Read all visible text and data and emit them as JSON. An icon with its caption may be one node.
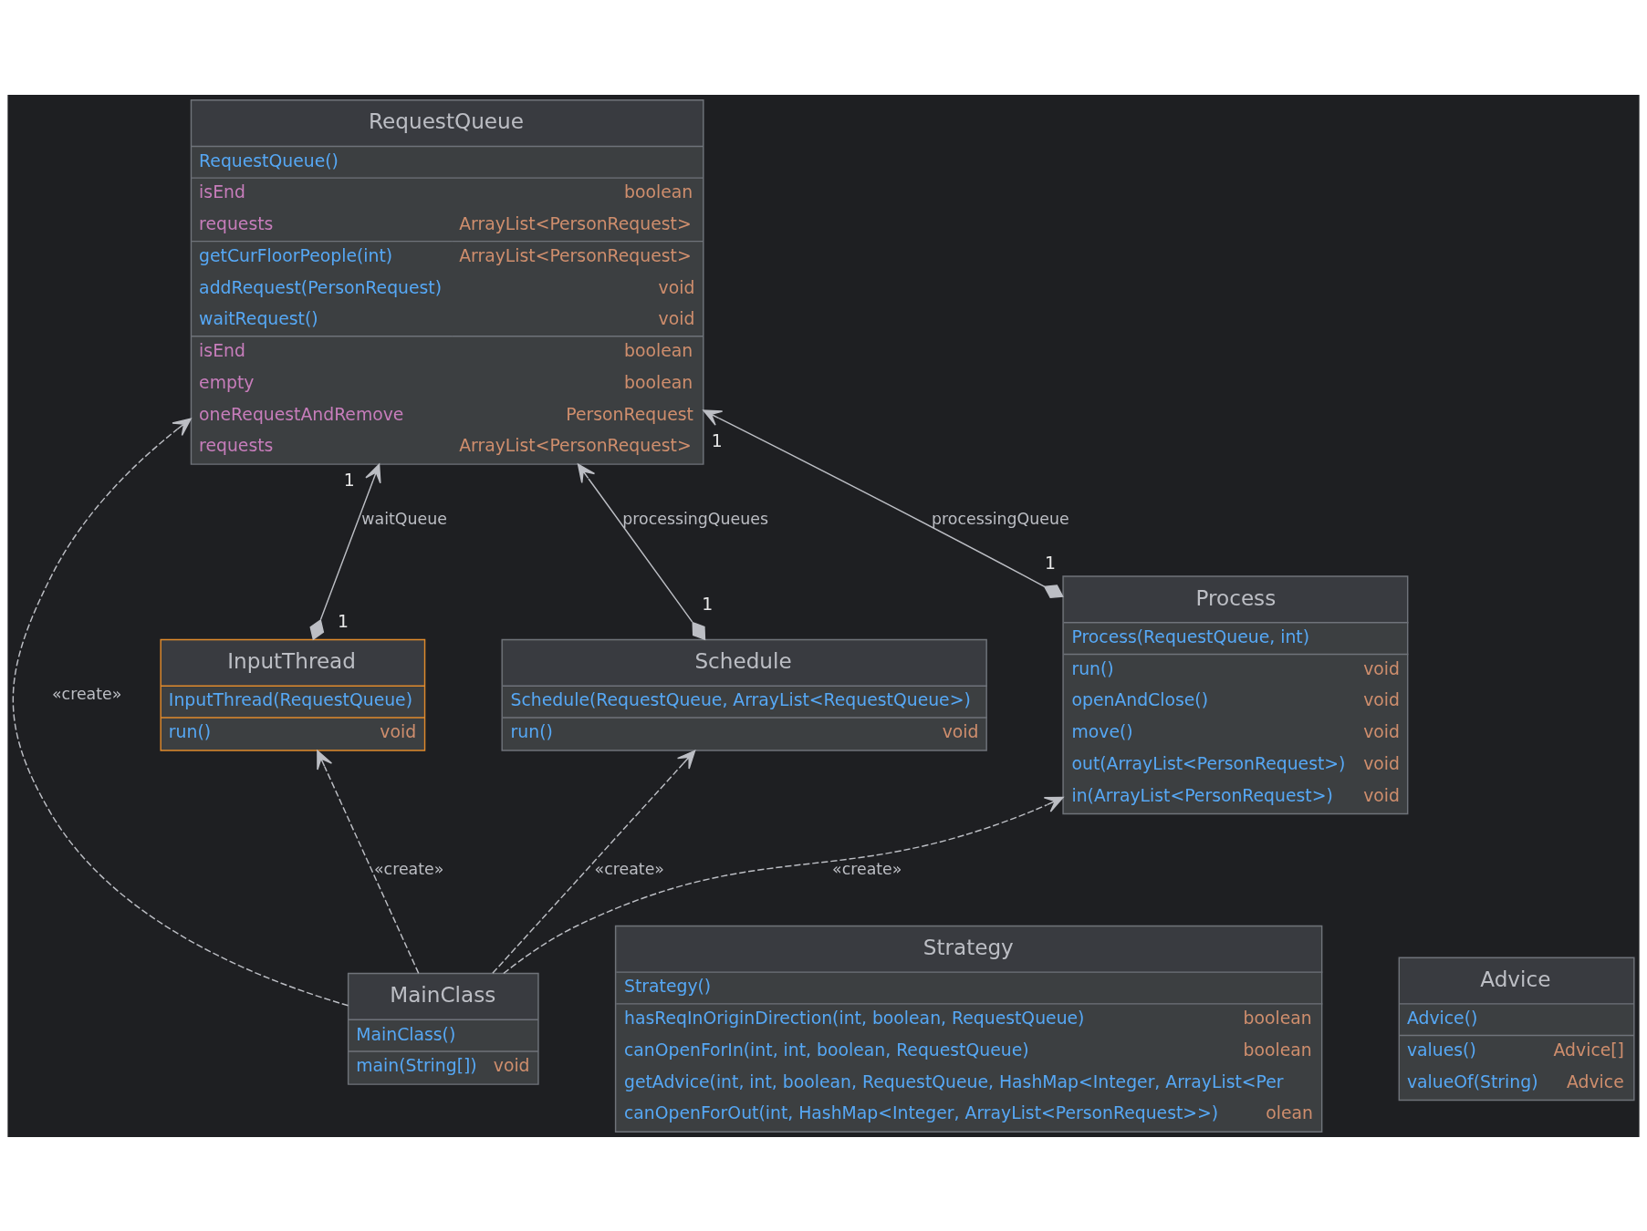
{
  "diagram": {
    "nodes": [
      {
        "text": [
          "RequestQueue",
          "RequestQueue()",
          "isEnd",
          "boolean",
          "requests",
          "ArrayList<PersonRequest>",
          "getCurFloorPeople(int)",
          "ArrayList<PersonRequest>",
          "addRequest(PersonRequest)",
          "void",
          "waitRequest()",
          "void",
          "isEnd",
          "boolean",
          "empty",
          "boolean",
          "oneRequestAndRemove",
          "PersonRequest",
          "requests",
          "ArrayList<PersonRequest>"
        ]
      },
      {
        "text": [
          "InputThread",
          "InputThread(RequestQueue)",
          "run()",
          "void"
        ]
      },
      {
        "text": [
          "Schedule",
          "Schedule(RequestQueue, ArrayList<RequestQueue>)",
          "run()",
          "void"
        ]
      },
      {
        "text": [
          "Process",
          "Process(RequestQueue, int)",
          "run()",
          "void",
          "openAndClose()",
          "void",
          "move()",
          "void",
          "out(ArrayList<PersonRequest>)",
          "void",
          "in(ArrayList<PersonRequest>)",
          "void"
        ]
      },
      {
        "text": [
          "MainClass",
          "MainClass()",
          "main(String[])",
          "void"
        ]
      },
      {
        "text": [
          "Strategy",
          "Strategy()",
          "hasReqInOriginDirection(int, boolean, RequestQueue)",
          "boolean",
          "canOpenForIn(int, int, boolean, RequestQueue)",
          "boolean",
          "getAdvice(int, int, boolean, RequestQueue, HashMap<Integer, ArrayList<Per",
          "canOpenForOut(int, HashMap<Integer, ArrayList<PersonRequest>>)",
          "olean"
        ]
      },
      {
        "text": [
          "Advice",
          "Advice()",
          "values()",
          "Advice[]",
          "valueOf(String)",
          "Advice"
        ]
      }
    ],
    "edges": [
      {
        "from": 1,
        "to": 0,
        "arrow": "to",
        "label": "waitQueue"
      },
      {
        "from": 2,
        "to": 0,
        "arrow": "to",
        "label": "processingQueues"
      },
      {
        "from": 3,
        "to": 0,
        "arrow": "to",
        "label": "processingQueue"
      },
      {
        "from": 4,
        "to": 1,
        "arrow": "to",
        "label": "«create»",
        "style": "dashed"
      },
      {
        "from": 4,
        "to": 0,
        "arrow": "to",
        "label": "«create»",
        "style": "dashed"
      },
      {
        "from": 4,
        "to": 2,
        "arrow": "to",
        "label": "«create»",
        "style": "dashed"
      },
      {
        "from": 4,
        "to": 3,
        "arrow": "to",
        "label": "«create»",
        "style": "dashed"
      }
    ],
    "labels": [
      "1",
      "1",
      "1",
      "1",
      "1"
    ]
  }
}
